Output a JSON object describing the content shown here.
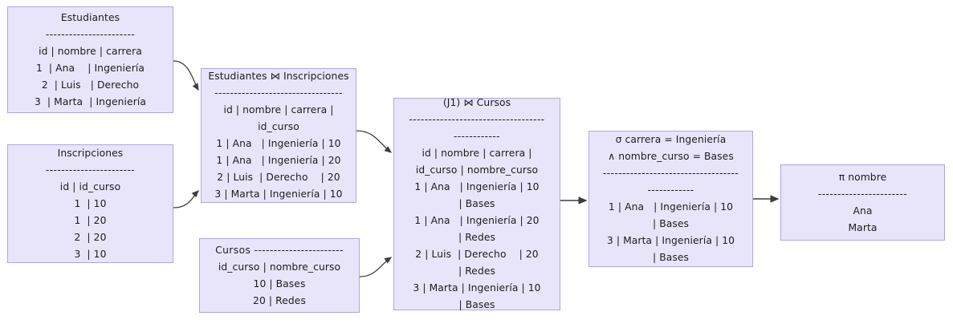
{
  "diagram": {
    "title": "Relational algebra query plan",
    "style": {
      "node_fill": "#e8e5fb",
      "node_border": "#b3a3e3",
      "text_color": "#1c1c1c",
      "edge_color": "#3c3c3c",
      "background": "#ffffff"
    }
  },
  "nodes": {
    "estudiantes": {
      "name": "Estudiantes",
      "lines": [
        "Estudiantes",
        "-----------------------",
        "id | nombre | carrera",
        "1  | Ana    | Ingeniería",
        "2  | Luis   | Derecho",
        "3  | Marta  | Ingeniería"
      ]
    },
    "inscripciones": {
      "name": "Inscripciones",
      "lines": [
        "Inscripciones",
        "-----------------------",
        "id | id_curso",
        "1  | 10",
        "1  | 20",
        "2  | 20",
        "3  | 10"
      ]
    },
    "cursos": {
      "name": "Cursos",
      "lines": [
        "Cursos -----------------------",
        "id_curso | nombre_curso",
        "10 | Bases",
        "20 | Redes"
      ]
    },
    "join1": {
      "name": "Estudiantes ⋈ Inscripciones",
      "lines": [
        "Estudiantes ⋈ Inscripciones",
        "---------------------------------",
        "id | nombre | carrera |",
        "id_curso",
        "1 | Ana   | Ingeniería | 10",
        "1 | Ana   | Ingeniería | 20",
        "2 | Luis  | Derecho    | 20",
        "3 | Marta | Ingeniería | 10"
      ]
    },
    "join2": {
      "name": "(J1) ⋈ Cursos",
      "lines": [
        "(J1) ⋈ Cursos",
        "-----------------------------------",
        "------------",
        "id | nombre | carrera |",
        "id_curso | nombre_curso",
        "1 | Ana   | Ingeniería | 10",
        "| Bases",
        "1 | Ana   | Ingeniería | 20",
        "| Redes",
        "2 | Luis  | Derecho    | 20",
        "| Redes",
        "3 | Marta | Ingeniería | 10",
        "| Bases"
      ]
    },
    "select": {
      "name": "σ carrera = Ingeniería ∧ nombre_curso = Bases",
      "lines": [
        "σ carrera = Ingeniería",
        "∧ nombre_curso = Bases",
        "-----------------------------------",
        "------------",
        "1 | Ana   | Ingeniería | 10",
        "| Bases",
        "3 | Marta | Ingeniería | 10",
        "| Bases"
      ]
    },
    "project": {
      "name": "π nombre",
      "lines": [
        "π nombre",
        "-----------------------",
        "Ana",
        "Marta"
      ]
    }
  },
  "edges": [
    {
      "from": "estudiantes",
      "to": "join1",
      "style": "curved-arrow"
    },
    {
      "from": "inscripciones",
      "to": "join1",
      "style": "curved-arrow"
    },
    {
      "from": "join1",
      "to": "join2",
      "style": "curved-arrow"
    },
    {
      "from": "cursos",
      "to": "join2",
      "style": "curved-arrow"
    },
    {
      "from": "join2",
      "to": "select",
      "style": "straight-arrow"
    },
    {
      "from": "select",
      "to": "project",
      "style": "straight-arrow"
    }
  ]
}
